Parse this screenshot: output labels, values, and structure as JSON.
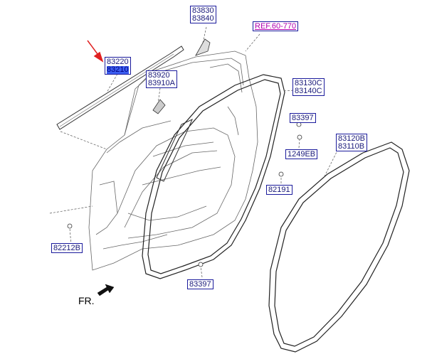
{
  "labels": {
    "l83830": "83830",
    "l83840": "83840",
    "ref": "REF.60-770",
    "l83220": "83220",
    "l83210": "83210",
    "l83920": "83920",
    "l83910a": "83910A",
    "l83130c": "83130C",
    "l83140c": "83140C",
    "l83397a": "83397",
    "l1249eb": "1249EB",
    "l83120b": "83120B",
    "l83110b": "83110B",
    "l82191": "82191",
    "l82212b": "82212B",
    "l83397b": "83397",
    "fr": "FR."
  },
  "colors": {
    "label_border": "#1a1a9c",
    "label_text": "#1a1a7a",
    "ref_text": "#b000b0",
    "highlight": "#3c5ef0",
    "arrow": "#e02020"
  }
}
